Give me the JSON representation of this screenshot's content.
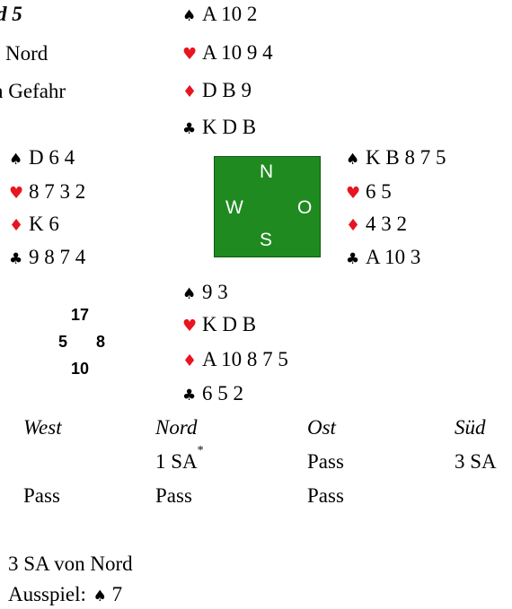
{
  "board": {
    "title": "d 5",
    "dealer": "Nord",
    "vulnerability": "n Gefahr"
  },
  "icons": {
    "spade": "♠",
    "heart": "♥",
    "diamond": "♦",
    "club": "♣",
    "spade_color": "#000000",
    "heart_color": "#e8141f",
    "diamond_color": "#e8141f",
    "club_color": "#000000"
  },
  "hands": {
    "north": {
      "spades": "A 10 2",
      "hearts": "A 10 9 4",
      "diamonds": "D B 9",
      "clubs": "K D B"
    },
    "west": {
      "spades": "D 6 4",
      "hearts": "8 7 3 2",
      "diamonds": "K 6",
      "clubs": "9 8 7 4"
    },
    "east": {
      "spades": "K B 8 7 5",
      "hearts": "6 5",
      "diamonds": "4 3 2",
      "clubs": "A 10 3"
    },
    "south": {
      "spades": "9 3",
      "hearts": "K D B",
      "diamonds": "A 10 8 7 5",
      "clubs": "6 5 2"
    }
  },
  "compass": {
    "n": "N",
    "w": "W",
    "o": "O",
    "s": "S",
    "background": "#1f8a1f"
  },
  "hcp": {
    "north": "17",
    "west": "5",
    "east": "8",
    "south": "10"
  },
  "auction": {
    "headers": [
      "West",
      "Nord",
      "Ost",
      "Süd"
    ],
    "rows": [
      [
        "",
        "1 SA",
        "Pass",
        "3 SA"
      ],
      [
        "Pass",
        "Pass",
        "Pass",
        ""
      ]
    ],
    "alert_mark": "*"
  },
  "contract": "3 SA von Nord",
  "lead": {
    "label": "Ausspiel:",
    "card": "7"
  }
}
